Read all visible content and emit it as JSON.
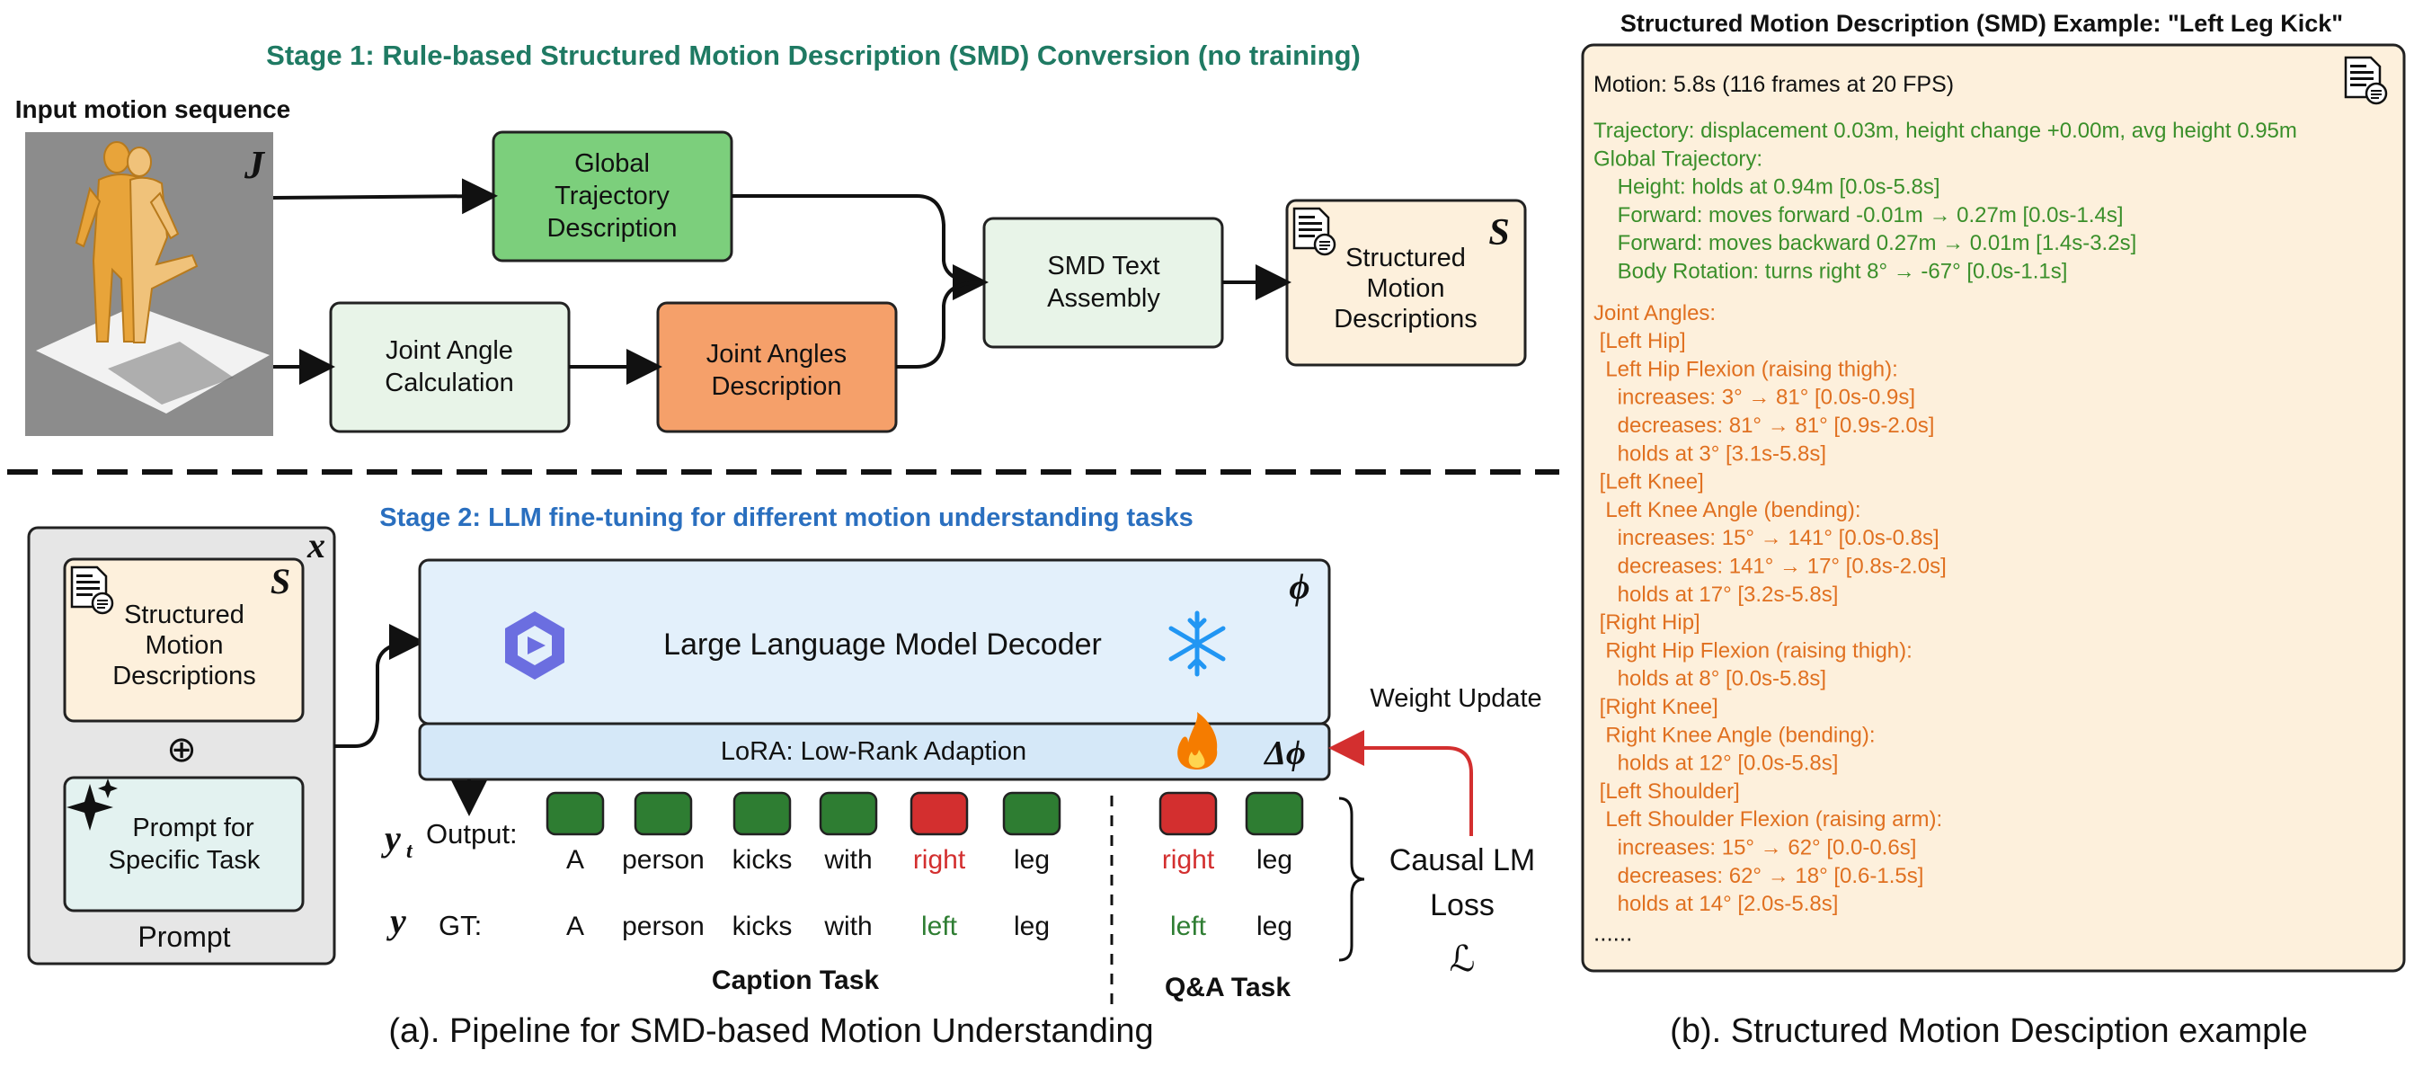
{
  "stage1": {
    "title": "Stage 1: Rule-based Structured Motion Description (SMD) Conversion (no training)",
    "input_label": "Input motion sequence",
    "input_symbol": "J",
    "global_traj": [
      "Global",
      "Trajectory",
      "Description"
    ],
    "joint_calc": [
      "Joint Angle",
      "Calculation"
    ],
    "joint_desc": [
      "Joint Angles",
      "Description"
    ],
    "assembly": [
      "SMD Text",
      "Assembly"
    ],
    "smd_out": [
      "Structured",
      "Motion",
      "Descriptions"
    ],
    "smd_symbol": "S"
  },
  "stage2": {
    "title": "Stage 2: LLM fine-tuning for different motion understanding tasks",
    "x_symbol": "x",
    "smd": [
      "Structured",
      "Motion",
      "Descriptions"
    ],
    "smd_symbol": "S",
    "plus": "⊕",
    "prompt_box": [
      "Prompt for",
      "Specific Task"
    ],
    "prompt_label": "Prompt",
    "llm_label": "Large Language Model Decoder",
    "phi": "ϕ",
    "lora_label": "LoRA: Low-Rank Adaption",
    "delta_phi": "Δϕ",
    "weight_update": "Weight Update",
    "output_label": "Output:",
    "yt": "y",
    "yt_sub": "t",
    "gt_label": "GT:",
    "y": "y",
    "caption_tokens": [
      {
        "out": "A",
        "gt": "A",
        "correct": true
      },
      {
        "out": "person",
        "gt": "person",
        "correct": true
      },
      {
        "out": "kicks",
        "gt": "kicks",
        "correct": true
      },
      {
        "out": "with",
        "gt": "with",
        "correct": true
      },
      {
        "out": "right",
        "gt": "left",
        "correct": false
      },
      {
        "out": "leg",
        "gt": "leg",
        "correct": true
      }
    ],
    "qa_tokens": [
      {
        "out": "right",
        "gt": "left",
        "correct": false
      },
      {
        "out": "leg",
        "gt": "leg",
        "correct": true
      }
    ],
    "caption_task": "Caption Task",
    "qa_task": "Q&A Task",
    "loss": [
      "Causal LM",
      "Loss"
    ],
    "loss_symbol": "ℒ",
    "caption_a": "(a). Pipeline for SMD-based Motion Understanding"
  },
  "smd_example": {
    "title": "Structured Motion Description (SMD) Example: \"Left Leg Kick\"",
    "header": "Motion: 5.8s (116 frames at 20 FPS)",
    "traj_lines": [
      "Trajectory: displacement 0.03m, height change +0.00m, avg height 0.95m",
      "Global Trajectory:",
      "    Height: holds at 0.94m [0.0s-5.8s]",
      "    Forward: moves forward -0.01m → 0.27m [0.0s-1.4s]",
      "    Forward: moves backward 0.27m → 0.01m [1.4s-3.2s]",
      "    Body Rotation: turns right 8° → -67° [0.0s-1.1s]"
    ],
    "joint_lines": [
      "Joint Angles:",
      " [Left Hip]",
      "  Left Hip Flexion (raising thigh):",
      "    increases: 3° → 81° [0.0s-0.9s]",
      "    decreases: 81° → 81° [0.9s-2.0s]",
      "    holds at 3° [3.1s-5.8s]",
      " [Left Knee]",
      "  Left Knee Angle (bending):",
      "    increases: 15° → 141° [0.0s-0.8s]",
      "    decreases: 141° → 17° [0.8s-2.0s]",
      "    holds at 17° [3.2s-5.8s]",
      " [Right Hip]",
      "  Right Hip Flexion (raising thigh):",
      "    holds at 8° [0.0s-5.8s]",
      " [Right Knee]",
      "  Right Knee Angle (bending):",
      "    holds at 12° [0.0s-5.8s]",
      " [Left Shoulder]",
      "  Left Shoulder Flexion (raising arm):",
      "    increases: 15° → 62° [0.0-0.6s]",
      "    decreases: 62° → 18° [0.6-1.5s]",
      "    holds at 14° [2.0s-5.8s]"
    ],
    "ellipsis": "......",
    "caption_b": "(b). Structured Motion Desciption example"
  },
  "colors": {
    "stage1_title": "#1f7a63",
    "stage2_title": "#2a6fbf",
    "traj_green": "#3a8f2a",
    "joint_orange": "#e07020",
    "token_green": "#2e7d32",
    "token_red": "#d32f2f",
    "arrow_red": "#d32f2f"
  },
  "icons": [
    "document-icon",
    "llm-logo-icon",
    "snowflake-icon",
    "fire-icon",
    "sparkle-icon"
  ]
}
